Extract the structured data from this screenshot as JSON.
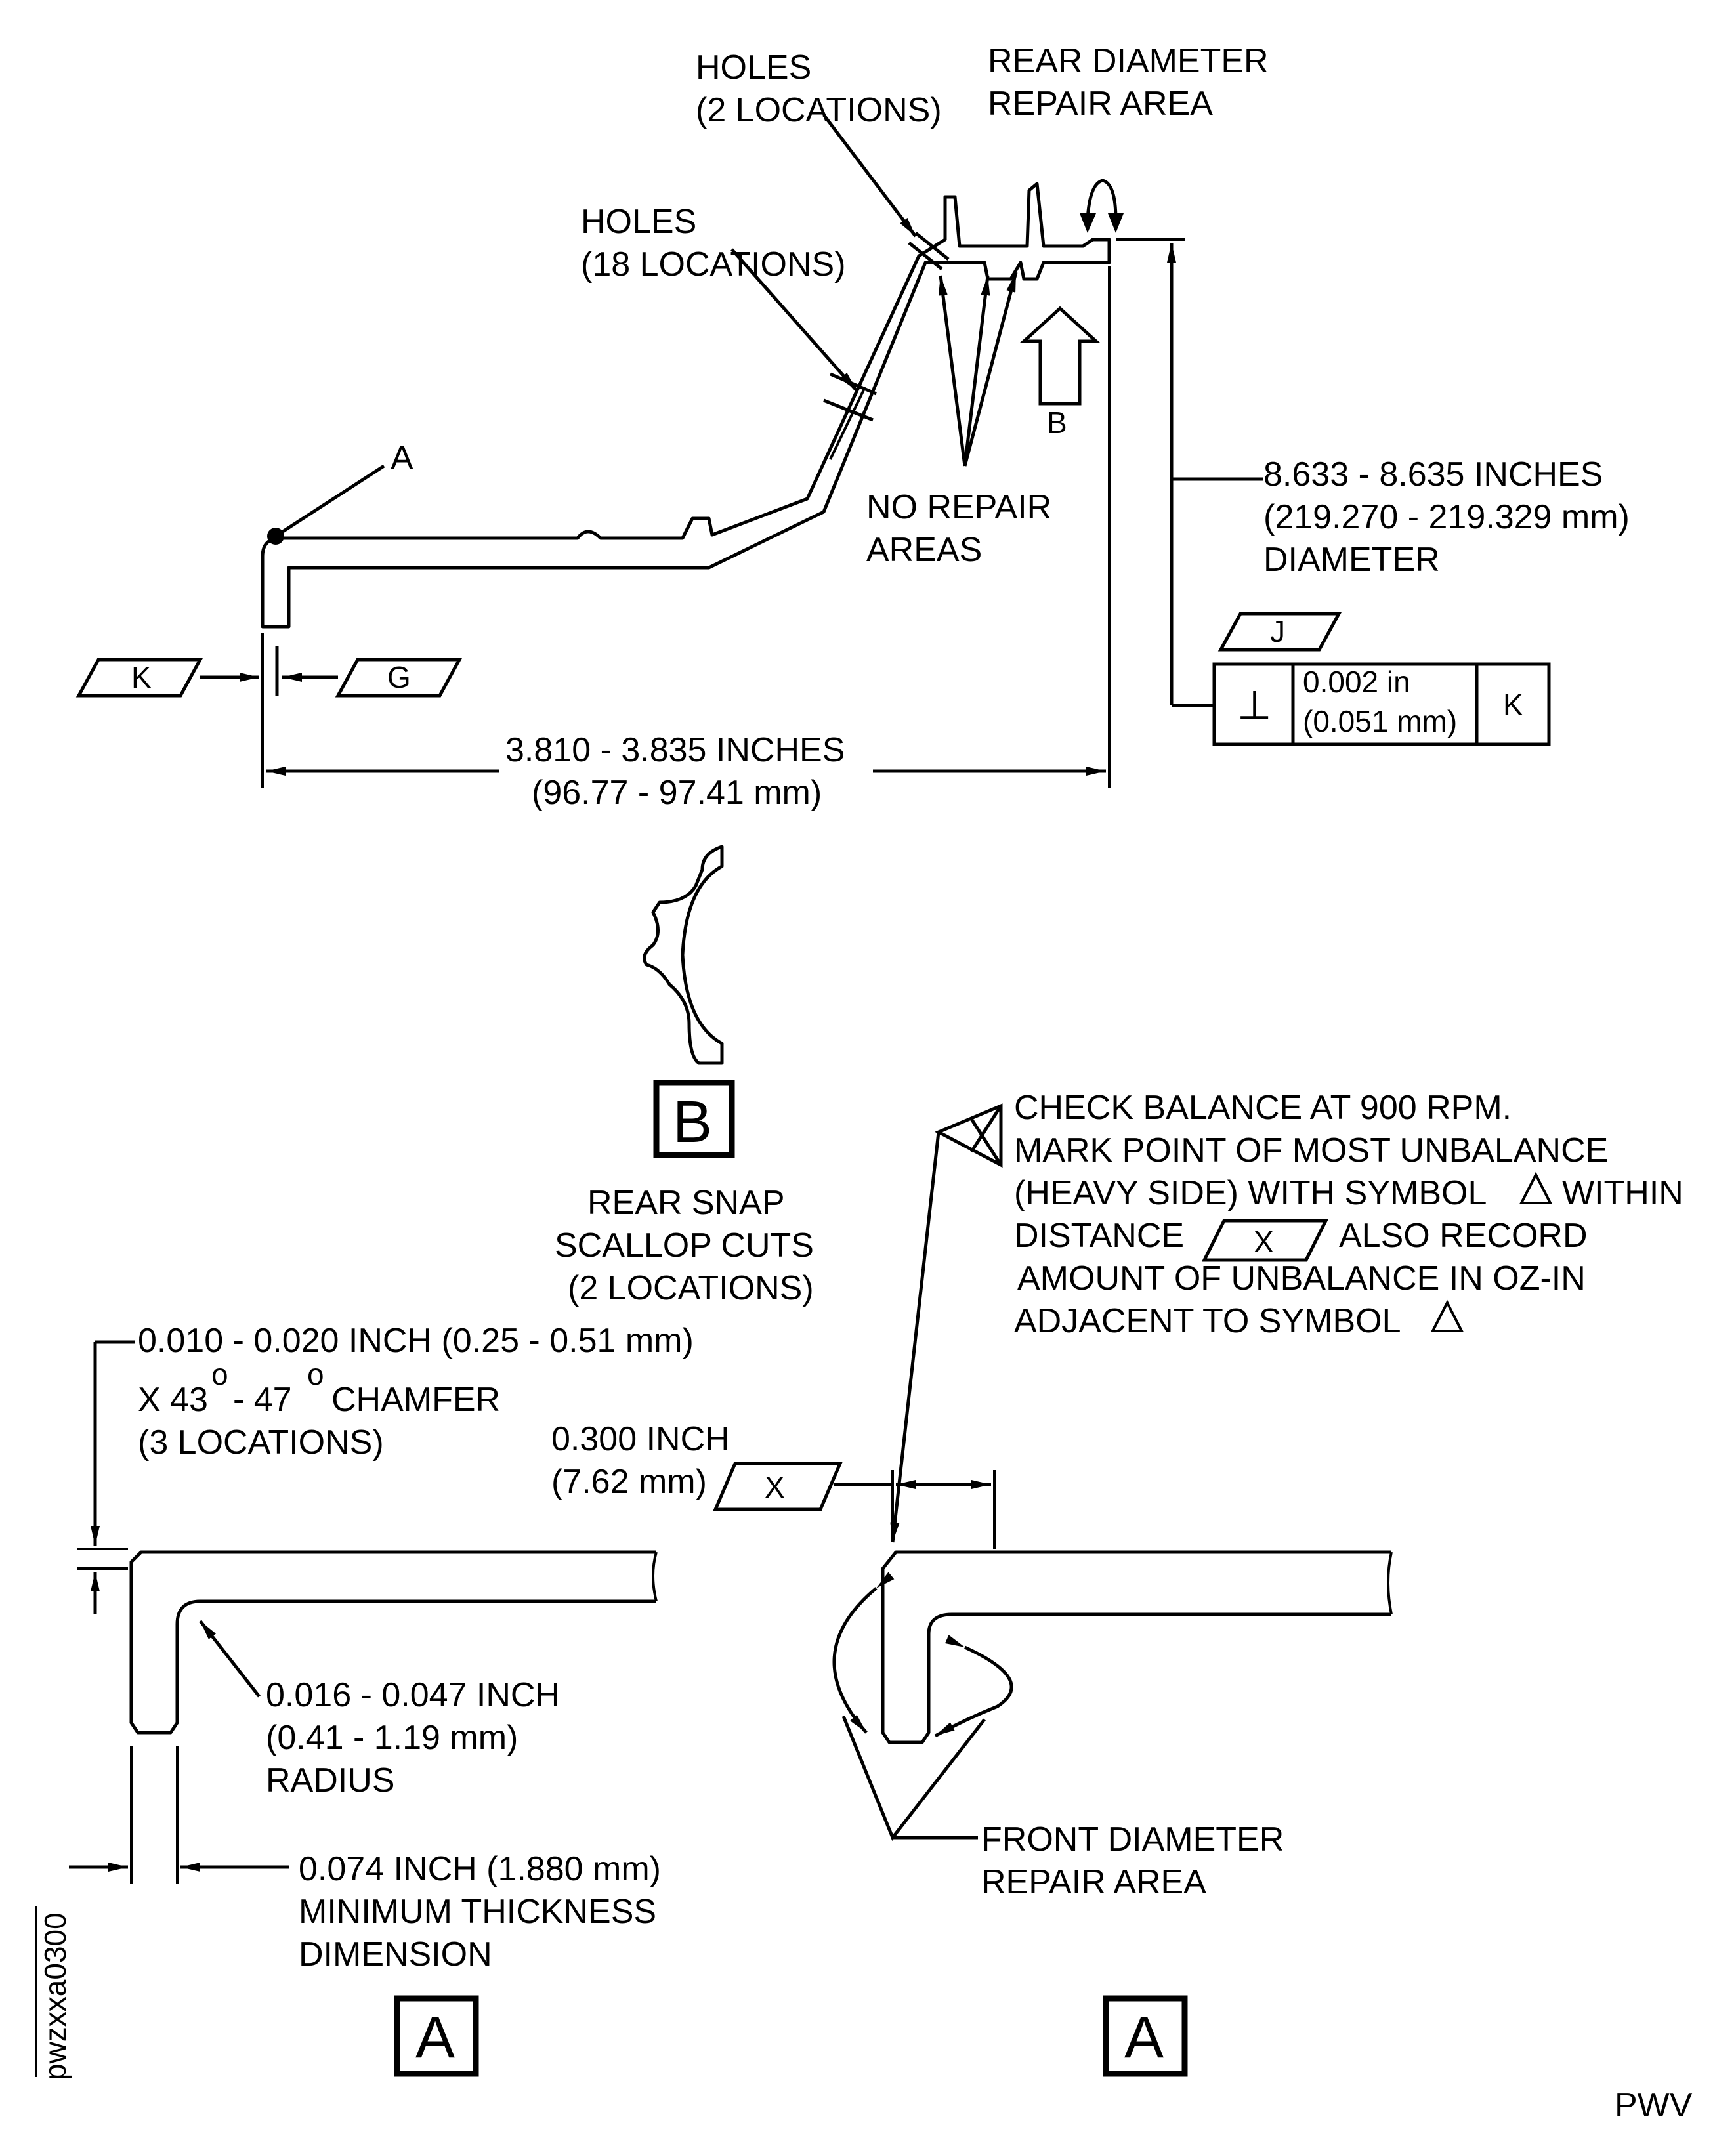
{
  "labels": {
    "holes_2": [
      "HOLES",
      "(2 LOCATIONS)"
    ],
    "rear_repair": [
      "REAR DIAMETER",
      "REPAIR AREA"
    ],
    "holes_18": [
      "HOLES",
      "(18 LOCATIONS)"
    ],
    "point_a": "A",
    "view_b_arrow": "B",
    "no_repair": [
      "NO REPAIR",
      "AREAS"
    ],
    "diameter": [
      "8.633 - 8.635 INCHES",
      "(219.270 - 219.329 mm)",
      "DIAMETER"
    ],
    "datum_j": "J",
    "datum_k": "K",
    "datum_g": "G",
    "fcf": {
      "symbol": "⊥",
      "tol_in": "0.002 in",
      "tol_mm": "(0.051 mm)",
      "datum": "K"
    },
    "length": [
      "3.810 - 3.835 INCHES",
      "(96.77 - 97.41 mm)"
    ],
    "view_b_title": "B",
    "rear_snap": [
      "REAR SNAP",
      "SCALLOP CUTS",
      "(2 LOCATIONS)"
    ],
    "note": {
      "line1": "CHECK BALANCE AT 900 RPM.",
      "line2": "MARK POINT OF MOST UNBALANCE",
      "line3": "(HEAVY SIDE) WITH SYMBOL",
      "line3b": "WITHIN",
      "line4a": "DISTANCE",
      "line4box": "X",
      "line4b": "ALSO RECORD",
      "line5": "AMOUNT OF UNBALANCE IN OZ-IN",
      "line6": "ADJACENT TO SYMBOL"
    },
    "chamfer": [
      "0.010 - 0.020 INCH (0.25 - 0.51 mm)",
      "X 43",
      "o",
      "- 47",
      "o",
      "CHAMFER",
      "(3 LOCATIONS)"
    ],
    "dist_x": [
      "0.300 INCH",
      "(7.62 mm)"
    ],
    "datum_x": "X",
    "radius": [
      "0.016 - 0.047 INCH",
      "(0.41 - 1.19 mm)",
      "RADIUS"
    ],
    "thickness": [
      "0.074 INCH (1.880 mm)",
      "MINIMUM THICKNESS",
      "DIMENSION"
    ],
    "front_repair": [
      "FRONT DIAMETER",
      "REPAIR AREA"
    ],
    "view_a_left": "A",
    "view_a_right": "A",
    "side_code": "pwzxxa0300",
    "corner_code": "PWV"
  }
}
